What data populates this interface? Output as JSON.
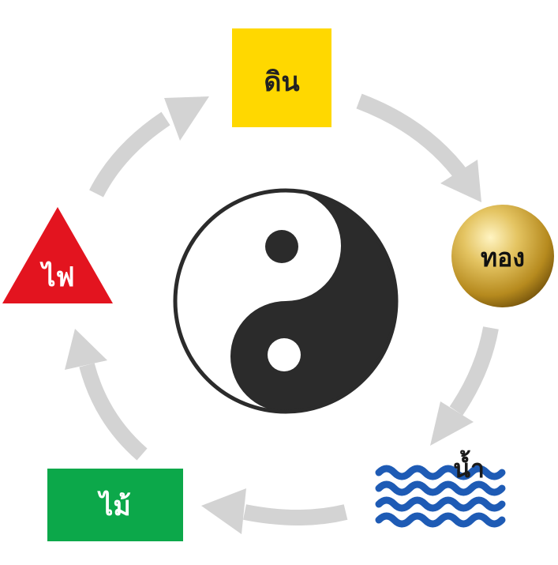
{
  "diagram": {
    "type": "cycle",
    "nodes": [
      {
        "id": "earth",
        "label": "ดิน",
        "shape": "square",
        "color": "#FFD800",
        "text_color": "#222222"
      },
      {
        "id": "metal",
        "label": "ทอง",
        "shape": "circle",
        "color": "#C9A227",
        "text_color": "#111111"
      },
      {
        "id": "water",
        "label": "น้ำ",
        "shape": "waves",
        "color": "#1E5BB5",
        "text_color": "#1a1a1a"
      },
      {
        "id": "wood",
        "label": "ไม้",
        "shape": "rectangle",
        "color": "#0CA84A",
        "text_color": "#ffffff"
      },
      {
        "id": "fire",
        "label": "ไฟ",
        "shape": "triangle",
        "color": "#E3141F",
        "text_color": "#ffffff"
      }
    ],
    "flow": [
      "earth",
      "metal",
      "water",
      "wood",
      "fire",
      "earth"
    ],
    "center_icon": "yin-yang-icon",
    "arrow_color": "#D3D3D3",
    "yin_color": "#2b2b2b",
    "yang_color": "#ffffff"
  }
}
